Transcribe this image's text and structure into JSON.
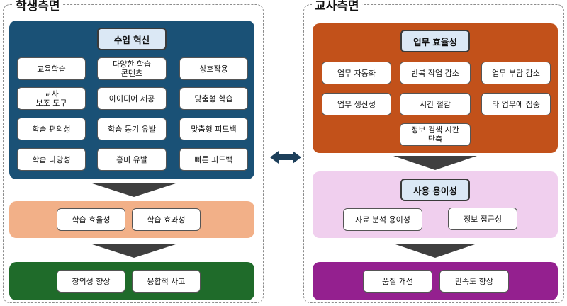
{
  "student": {
    "title": "학생측면",
    "innovation": {
      "header": "수업 혁신",
      "items": [
        "교육학습",
        "다양한 학습\n콘텐츠",
        "상호작용",
        "교사\n보조 도구",
        "아이디어 제공",
        "맞춤형 학습",
        "학습 편의성",
        "학습 동기 유발",
        "맞춤형 피드백",
        "학습 다양성",
        "흥미 유발",
        "빠른 피드백"
      ]
    },
    "effect": {
      "items": [
        "학습 효율성",
        "학습 효과성"
      ]
    },
    "outcome": {
      "items": [
        "창의성 향상",
        "융합적 사고"
      ]
    }
  },
  "teacher": {
    "title": "교사측면",
    "efficiency": {
      "header": "업무 효율성",
      "items": [
        "업무 자동화",
        "반복 작업 감소",
        "업무 부담 감소",
        "업무 생산성",
        "시간 절감",
        "타 업무에 집중",
        "정보 검색 시간\n단축"
      ]
    },
    "usability": {
      "header": "사용 용이성",
      "items": [
        "자료 분석 용이성",
        "정보 접근성"
      ]
    },
    "outcome": {
      "items": [
        "품질 개선",
        "만족도 향상"
      ]
    }
  },
  "colors": {
    "student_main": "#1a5176",
    "student_effect": "#f2b088",
    "student_outcome": "#1f6b2a",
    "teacher_main": "#c2511a",
    "teacher_usability": "#f0cfee",
    "teacher_outcome": "#94208f",
    "arrow": "#3f3f3f",
    "connector": "#1d3f5a"
  },
  "icons": {
    "connector": "double-arrow-icon",
    "flow": "down-arrow-icon"
  }
}
